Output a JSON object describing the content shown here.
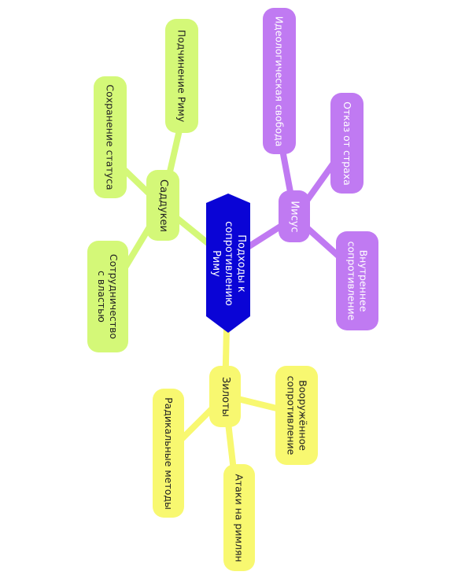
{
  "diagram": {
    "center": "Подходы к сопротивлению Риму",
    "branches": {
      "sadducees": {
        "label": "Саддукеи",
        "children": [
          "Подчинение Риму",
          "Сохранение статуса",
          "Сотрудничество с властью"
        ]
      },
      "jesus": {
        "label": "Иисус",
        "children": [
          "Идеологическая свобода",
          "Отказ от страха",
          "Внутреннее сопротивление"
        ]
      },
      "zealots": {
        "label": "Зилоты",
        "children": [
          "Вооружённое сопротивление",
          "Радикальные методы",
          "Атаки на римлян"
        ]
      }
    }
  },
  "colors": {
    "center": "#0a04d6",
    "sadducees": "#d4f878",
    "jesus": "#c07af2",
    "zealots": "#f8f870"
  }
}
